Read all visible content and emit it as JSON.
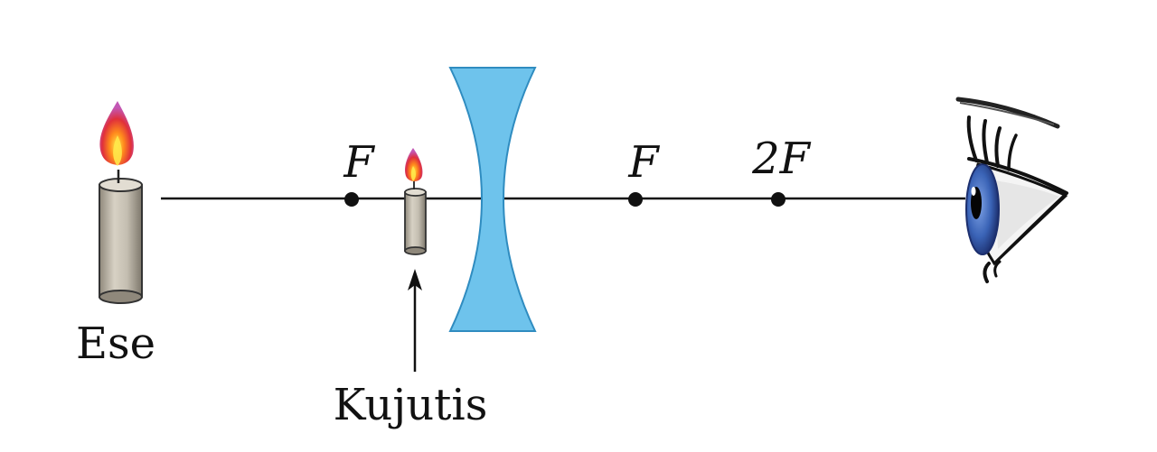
{
  "labels": {
    "object": "Ese",
    "image": "Kujutis",
    "focal_left": "F",
    "focal_right": "F",
    "double_focal_right": "2F"
  },
  "colors": {
    "lens": "#6ec3ec",
    "lens_stroke": "#2f8cc0",
    "candle_body": "#c4beb1",
    "axis": "#111111",
    "iris": "#3a63b6"
  },
  "icons": {
    "object": "candle-icon",
    "image": "candle-icon",
    "lens": "concave-lens",
    "observer": "eye-icon"
  }
}
